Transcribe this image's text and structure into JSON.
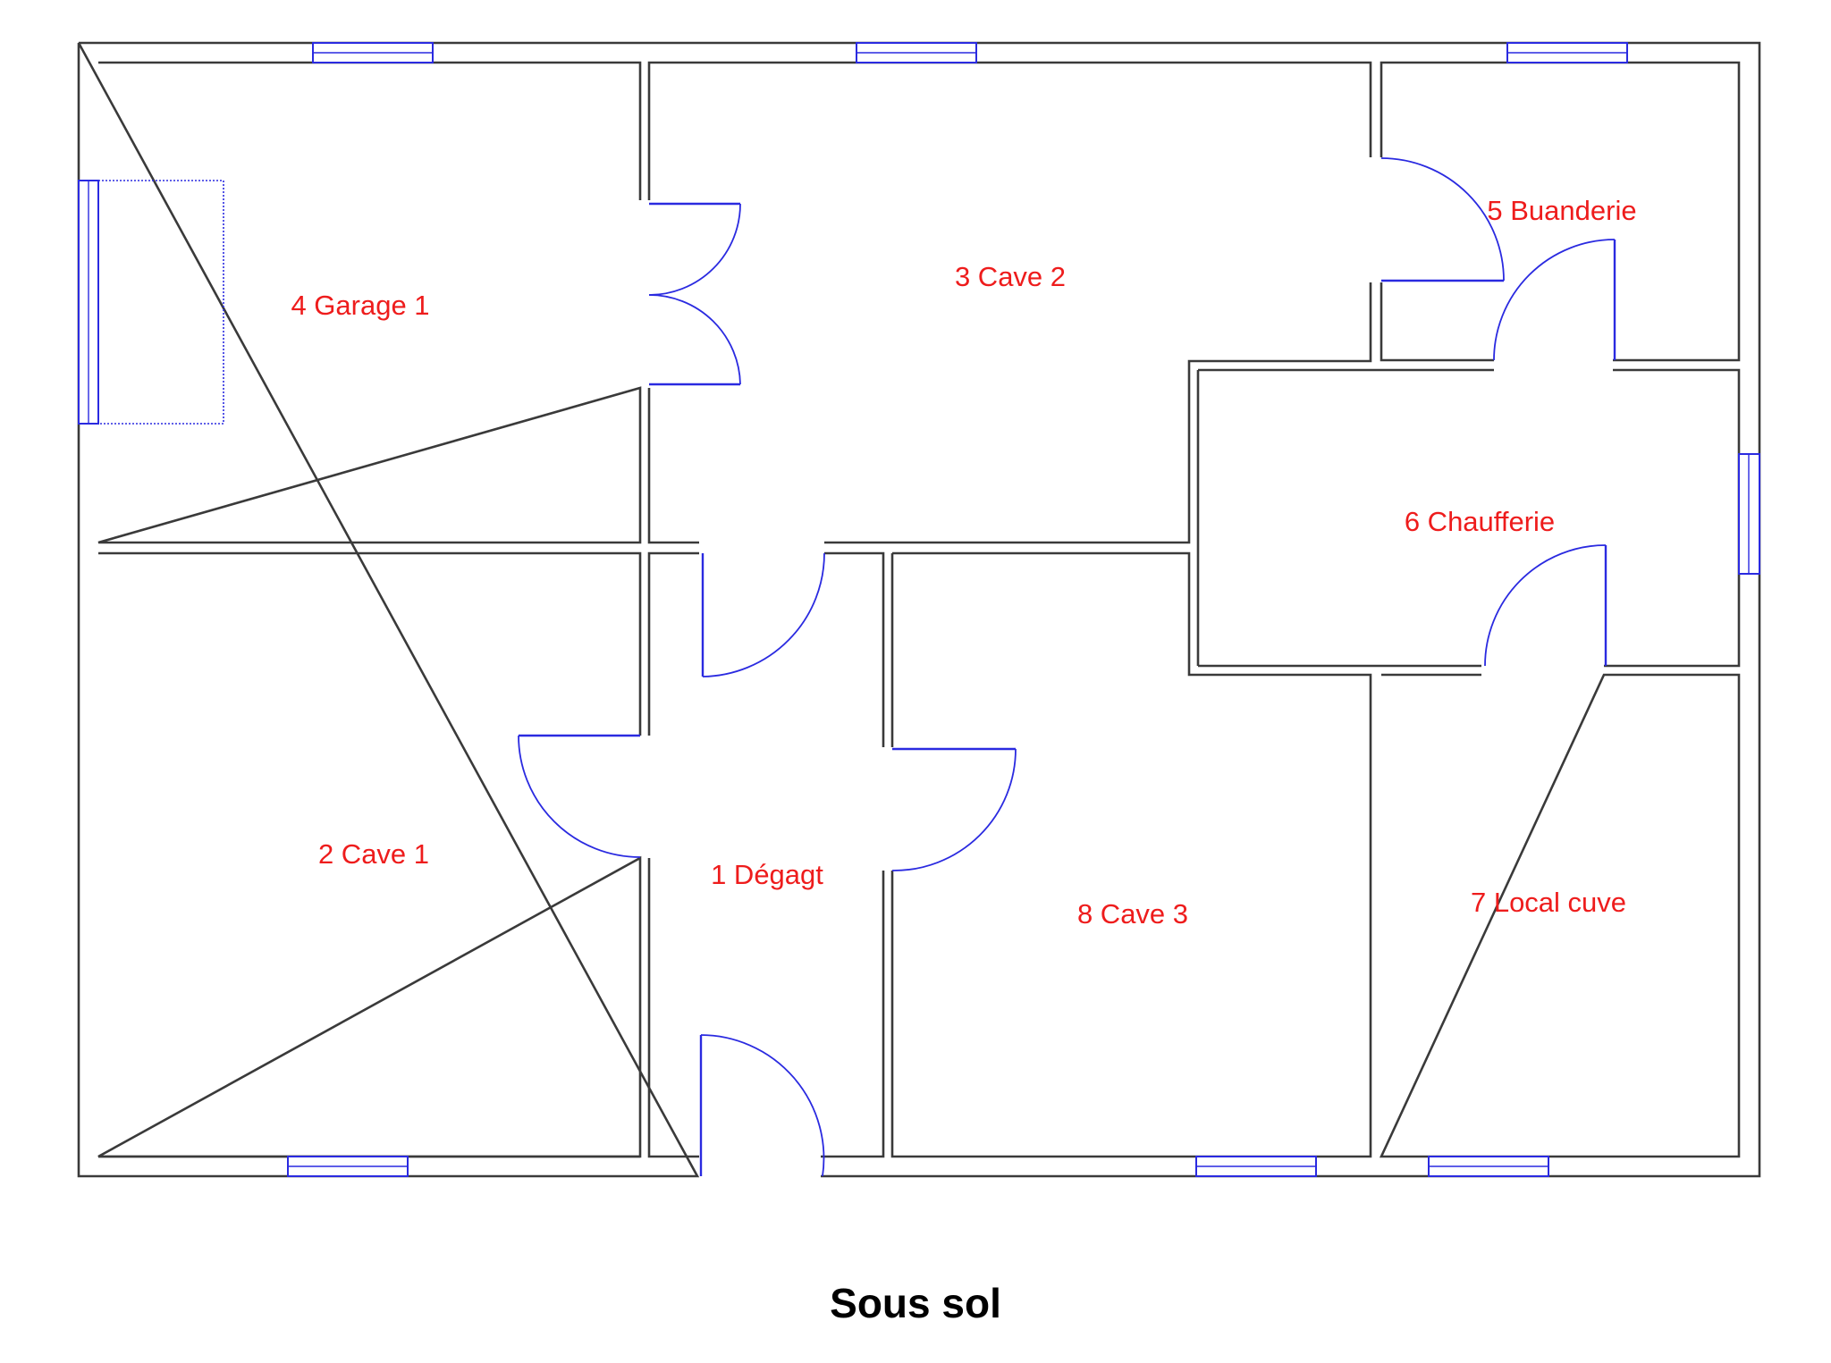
{
  "plan": {
    "title": "Sous sol",
    "rooms": [
      {
        "key": "degagement",
        "label": "1 Dégagt"
      },
      {
        "key": "cave-1",
        "label": "2 Cave 1"
      },
      {
        "key": "cave-2",
        "label": "3 Cave 2"
      },
      {
        "key": "garage-1",
        "label": "4 Garage 1"
      },
      {
        "key": "buanderie",
        "label": "5 Buanderie"
      },
      {
        "key": "chaufferie",
        "label": "6 Chaufferie"
      },
      {
        "key": "local-cuve",
        "label": "7 Local cuve"
      },
      {
        "key": "cave-3",
        "label": "8 Cave 3"
      }
    ]
  },
  "colors": {
    "wall": "#3a3a3a",
    "door_window": "#2a2ae0",
    "room_label": "#ee1c1c",
    "title": "#000000"
  }
}
